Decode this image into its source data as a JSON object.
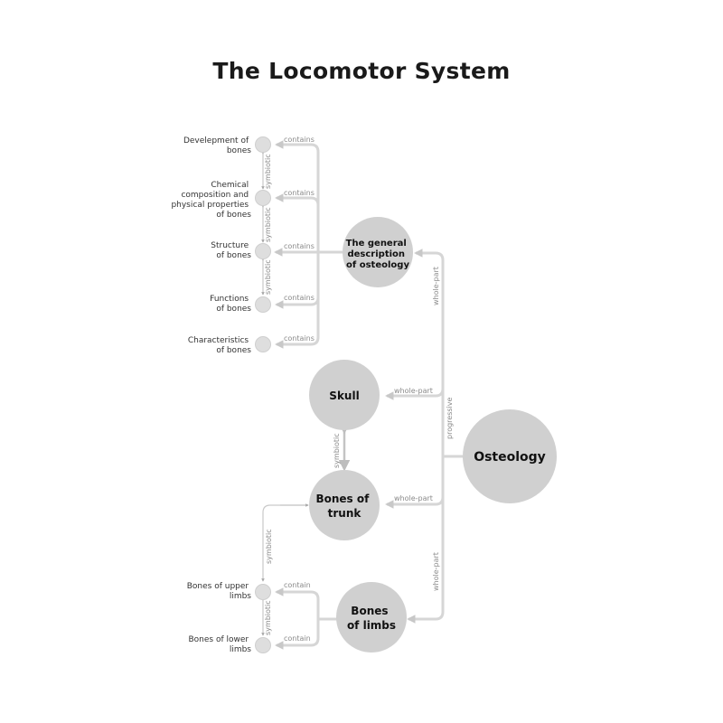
{
  "title": "The Locomotor System",
  "nodes": {
    "osteology": "Osteology",
    "general": [
      "The general",
      "description",
      "of osteology"
    ],
    "skull": "Skull",
    "trunk": [
      "Bones of",
      "trunk"
    ],
    "limbs": [
      "Bones",
      "of limbs"
    ]
  },
  "leaves": {
    "development": [
      "Develepment of",
      "bones"
    ],
    "chemical": [
      "Chemical",
      "composition and",
      "physical properties",
      "of bones"
    ],
    "structure": [
      "Structure",
      "of bones"
    ],
    "functions": [
      "Functions",
      "of bones"
    ],
    "characteristics": [
      "Characteristics",
      "of bones"
    ],
    "upper_limbs": [
      "Bones of upper",
      "limbs"
    ],
    "lower_limbs": [
      "Bones of lower",
      "limbs"
    ]
  },
  "edge_labels": {
    "whole_part": "whole-part",
    "progressive": "progressive",
    "symbiotic": "symbiotic",
    "contains": "contains",
    "contain": "contain"
  },
  "colors": {
    "node": "#d0d0d0",
    "line": "#d6d6d6",
    "label": "#8a8a8a"
  }
}
